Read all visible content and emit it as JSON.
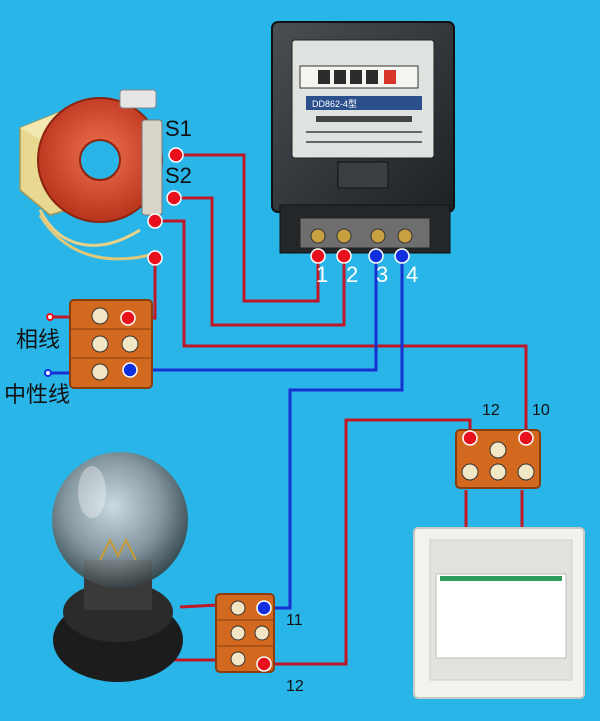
{
  "transformer": {
    "s1_label": "S1",
    "s2_label": "S2"
  },
  "meter": {
    "model_plate": "DD862-4型",
    "terminal_labels": [
      "1",
      "2",
      "3",
      "4"
    ]
  },
  "input_block": {
    "phase_label": "相线",
    "neutral_label": "中性线"
  },
  "switch_block": {
    "left_label": "12",
    "right_label": "10"
  },
  "lamp_block": {
    "top_label": "11",
    "bottom_label": "12"
  },
  "colors": {
    "background": "#29b5e8",
    "phase_wire": "#c01828",
    "neutral_wire": "#1a2fd0",
    "phase_dot": "#e8101c",
    "neutral_dot": "#1030e0",
    "terminal_block": "#d2691e"
  }
}
